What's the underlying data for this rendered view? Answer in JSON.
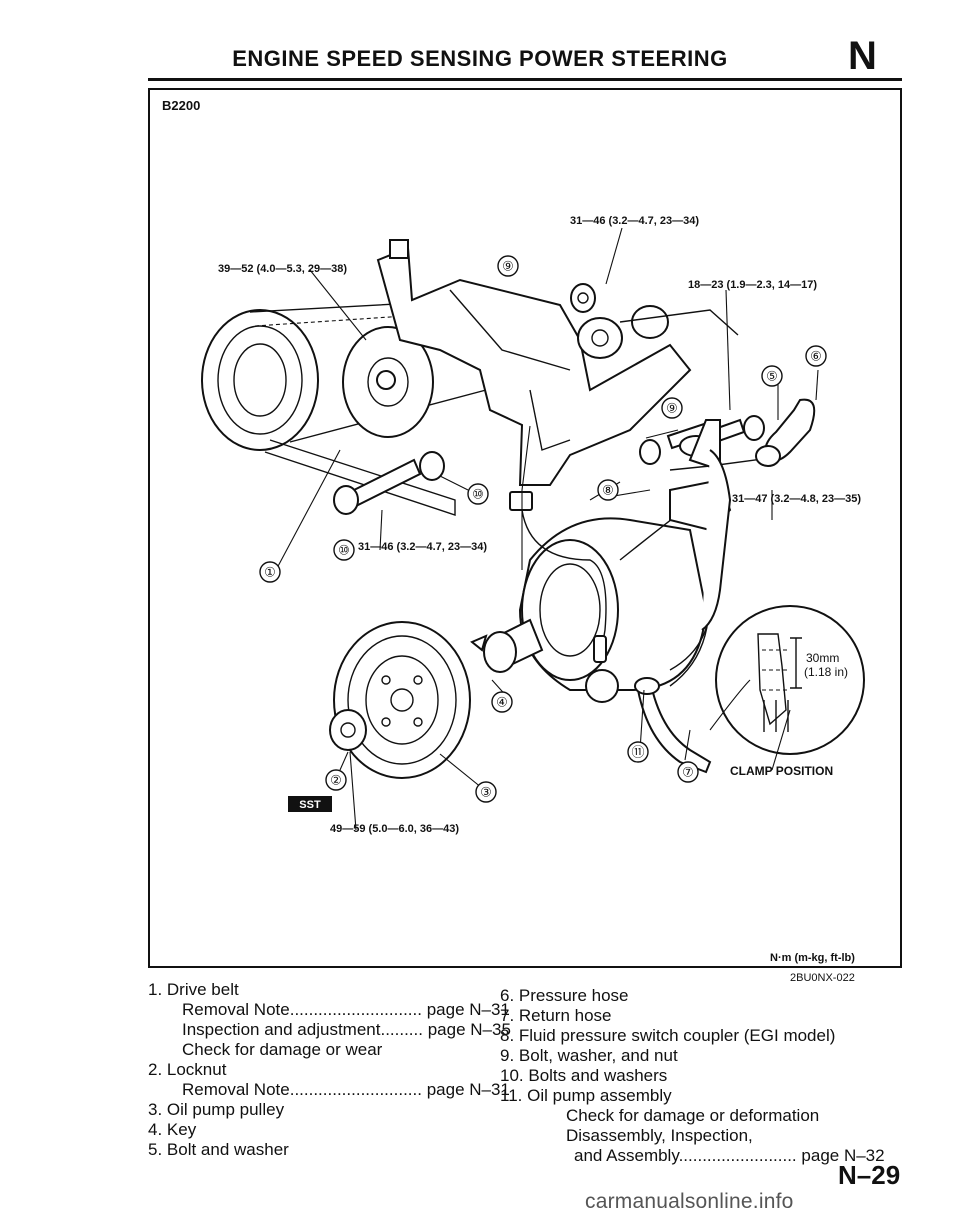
{
  "header": {
    "title": "ENGINE SPEED SENSING POWER STEERING",
    "section_letter": "N"
  },
  "figure": {
    "model": "B2200",
    "units": "N·m (m-kg, ft-lb)",
    "code": "2BU0NX-022",
    "sst_badge": "SST",
    "clamp_label": "CLAMP POSITION",
    "clamp_dimension_mm": "30mm",
    "clamp_dimension_in": "(1.18 in)",
    "torques": {
      "t1": "39—52 (4.0—5.3, 29—38)",
      "t2": "31—46 (3.2—4.7, 23—34)",
      "t3": "18—23 (1.9—2.3, 14—17)",
      "t4": "31—47 (3.2—4.8, 23—35)",
      "t5": "31—46 (3.2—4.7, 23—34)",
      "t6": "49—59 (5.0—6.0, 36—43)"
    },
    "callouts": {
      "c1": "①",
      "c2": "②",
      "c3": "③",
      "c4": "④",
      "c5": "⑤",
      "c6": "⑥",
      "c7": "⑦",
      "c8": "⑧",
      "c9": "⑨",
      "c10": "⑩",
      "c11": "⑪"
    }
  },
  "legend_left": {
    "item1": "1. Drive belt",
    "item1_sub1_text": "Removal Note",
    "item1_sub1_dots": "............................",
    "item1_sub1_page": "page N–31",
    "item1_sub2_text": "Inspection and adjustment",
    "item1_sub2_dots": ".........",
    "item1_sub2_page": "page N–35",
    "item1_sub3": "Check for damage or wear",
    "item2": "2. Locknut",
    "item2_sub1_text": "Removal Note",
    "item2_sub1_dots": "............................",
    "item2_sub1_page": "page N–31",
    "item3": "3. Oil pump pulley",
    "item4": "4. Key",
    "item5": "5. Bolt and washer"
  },
  "legend_right": {
    "item6": "6. Pressure hose",
    "item7": "7. Return hose",
    "item8": "8. Fluid pressure switch coupler (EGI model)",
    "item9": "9. Bolt, washer, and nut",
    "item10": "10. Bolts and washers",
    "item11": "11. Oil pump assembly",
    "item11_sub1": "Check for damage or deformation",
    "item11_sub2": "Disassembly, Inspection,",
    "item11_sub3_text": "and Assembly",
    "item11_sub3_dots": ".........................",
    "item11_sub3_page": "page N–32"
  },
  "page_number": "N–29",
  "watermark": "carmanualsonline.info"
}
